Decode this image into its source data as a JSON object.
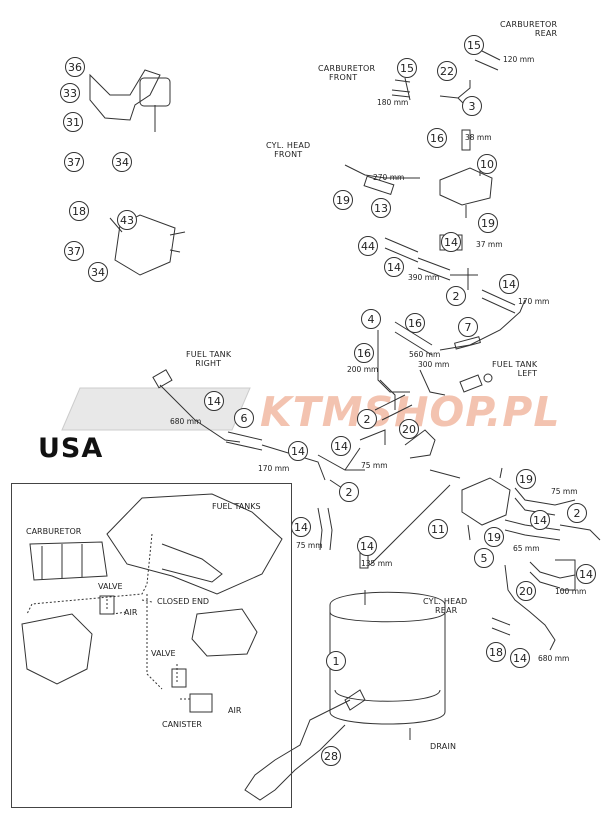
{
  "region_label": "USA",
  "watermark": "KTMSHOP.PL",
  "callouts": [
    "36",
    "33",
    "31",
    "37",
    "34",
    "18",
    "43",
    "37",
    "34",
    "15",
    "22",
    "15",
    "3",
    "16",
    "10",
    "19",
    "13",
    "19",
    "14",
    "44",
    "14",
    "2",
    "14",
    "4",
    "16",
    "7",
    "16",
    "14",
    "6",
    "2",
    "20",
    "14",
    "14",
    "2",
    "14",
    "14",
    "1",
    "28",
    "11",
    "19",
    "14",
    "2",
    "19",
    "5",
    "20",
    "14",
    "18",
    "14"
  ],
  "labels": {
    "carb_rear": [
      "CARBURETOR",
      "REAR"
    ],
    "carb_front": [
      "CARBURETOR",
      "FRONT"
    ],
    "cyl_front": [
      "CYL. HEAD",
      "FRONT"
    ],
    "tank_right": [
      "FUEL TANK",
      "RIGHT"
    ],
    "tank_left": [
      "FUEL TANK",
      "LEFT"
    ],
    "cyl_rear": [
      "CYL. HEAD",
      "REAR"
    ],
    "drain": "DRAIN"
  },
  "measurements": [
    "120 mm",
    "180 mm",
    "38 mm",
    "270 mm",
    "37 mm",
    "390 mm",
    "170 mm",
    "560 mm",
    "200 mm",
    "300 mm",
    "680 mm",
    "170 mm",
    "75 mm",
    "75 mm",
    "135 mm",
    "75 mm",
    "65 mm",
    "100 mm",
    "680 mm"
  ],
  "inset": {
    "fuel_tanks": "FUEL TANKS",
    "carburetor": "CARBURETOR",
    "valve1": "VALVE",
    "air1": "AIR",
    "closed_end": "CLOSED END",
    "valve2": "VALVE",
    "air2": "AIR",
    "canister": "CANISTER"
  }
}
